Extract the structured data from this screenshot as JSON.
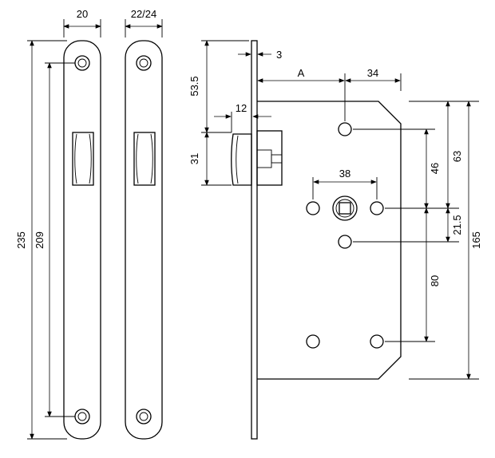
{
  "dimensions": {
    "faceplate_width": "20",
    "faceplate_width_alt": "22/24",
    "faceplate_length": "235",
    "screw_spacing": "209",
    "faceplate_thickness": "3",
    "latch_from_top": "53.5",
    "latch_projection": "12",
    "latch_height": "31",
    "backset": "A",
    "case_right": "34",
    "follower_spacing": "38",
    "upper_to_follower": "46",
    "top_to_follower": "63",
    "follower_to_lower": "21.5",
    "case_height": "165",
    "lower_spacing": "80"
  },
  "colors": {
    "line": "#000000",
    "background": "#ffffff"
  }
}
